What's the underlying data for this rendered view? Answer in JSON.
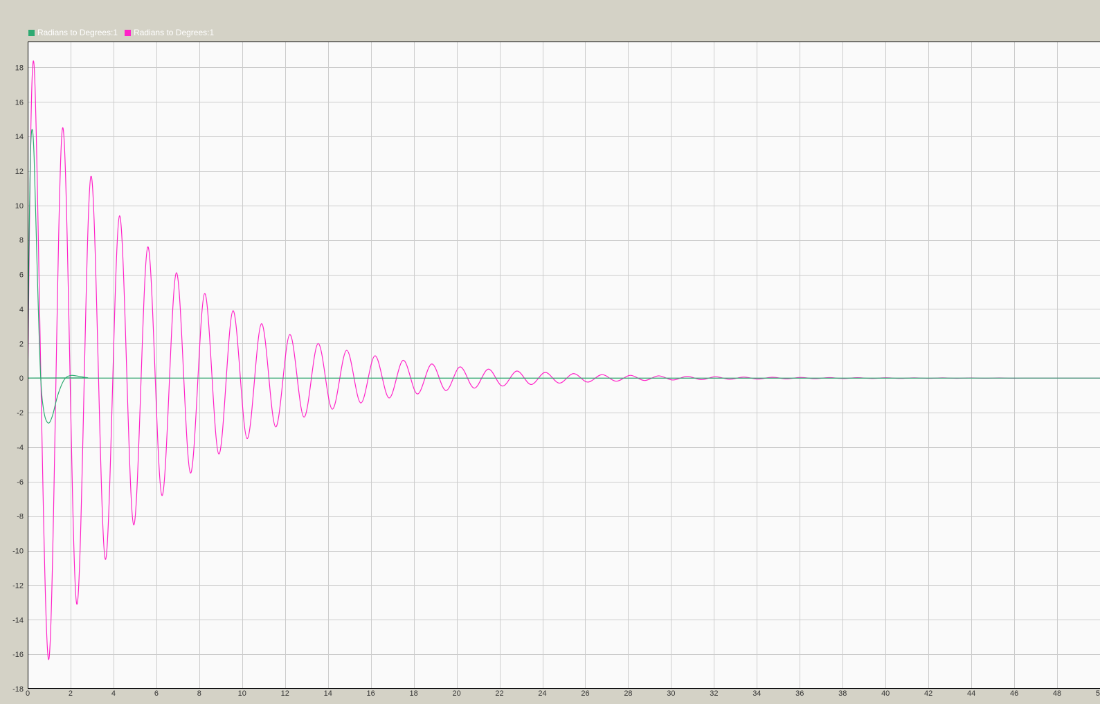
{
  "legend": {
    "items": [
      {
        "label": "Radians to Degrees:1",
        "color": "#2eaa72"
      },
      {
        "label": "Radians to Degrees:1",
        "color": "#ff22c8"
      }
    ]
  },
  "colors": {
    "window_background": "#d4d2c6",
    "plot_background": "#fafafa",
    "grid": "#cccccc",
    "frame": "#000000"
  },
  "chart_data": {
    "type": "line",
    "title": "",
    "xlabel": "",
    "ylabel": "",
    "xlim": [
      0,
      50
    ],
    "ylim": [
      -18,
      19.5
    ],
    "grid": true,
    "legend_position": "top-left",
    "xticks": [
      0,
      2,
      4,
      6,
      8,
      10,
      12,
      14,
      16,
      18,
      20,
      22,
      24,
      26,
      28,
      30,
      32,
      34,
      36,
      38,
      40,
      42,
      44,
      46,
      48,
      50
    ],
    "yticks": [
      -18,
      -16,
      -14,
      -12,
      -10,
      -8,
      -6,
      -4,
      -2,
      0,
      2,
      4,
      6,
      8,
      10,
      12,
      14,
      16,
      18
    ],
    "series": [
      {
        "name": "Radians to Degrees:1",
        "color": "#2eaa72",
        "points": [
          [
            0,
            0
          ],
          [
            0.05,
            6.5
          ],
          [
            0.12,
            12.5
          ],
          [
            0.2,
            14.4
          ],
          [
            0.3,
            12.8
          ],
          [
            0.45,
            6.0
          ],
          [
            0.6,
            0.2
          ],
          [
            0.75,
            -1.9
          ],
          [
            0.95,
            -2.6
          ],
          [
            1.15,
            -2.2
          ],
          [
            1.4,
            -1.0
          ],
          [
            1.7,
            -0.1
          ],
          [
            2.0,
            0.15
          ],
          [
            2.4,
            0.1
          ],
          [
            2.8,
            0.02
          ],
          [
            3.2,
            0
          ],
          [
            50,
            0
          ]
        ]
      },
      {
        "name": "Radians to Degrees:1",
        "color": "#ff22c8",
        "points": [
          [
            0,
            0
          ],
          [
            0.3,
            18.1
          ],
          [
            0.97,
            -16.3
          ],
          [
            1.63,
            14.5
          ],
          [
            2.29,
            -13.1
          ],
          [
            2.95,
            11.7
          ],
          [
            3.62,
            -10.5
          ],
          [
            4.28,
            9.4
          ],
          [
            4.94,
            -8.5
          ],
          [
            5.6,
            7.6
          ],
          [
            6.26,
            -6.8
          ],
          [
            6.93,
            6.1
          ],
          [
            7.59,
            -5.5
          ],
          [
            8.25,
            4.9
          ],
          [
            8.91,
            -4.4
          ],
          [
            9.57,
            3.9
          ],
          [
            10.23,
            -3.5
          ],
          [
            10.9,
            3.15
          ],
          [
            11.56,
            -2.83
          ],
          [
            12.22,
            2.52
          ],
          [
            12.88,
            -2.26
          ],
          [
            13.54,
            2.0
          ],
          [
            14.2,
            -1.8
          ],
          [
            14.87,
            1.61
          ],
          [
            15.53,
            -1.44
          ],
          [
            16.19,
            1.29
          ],
          [
            16.85,
            -1.15
          ],
          [
            17.51,
            1.03
          ],
          [
            18.17,
            -0.92
          ],
          [
            18.84,
            0.82
          ],
          [
            19.5,
            -0.72
          ],
          [
            20.16,
            0.65
          ],
          [
            20.82,
            -0.58
          ],
          [
            21.48,
            0.52
          ],
          [
            22.14,
            -0.46
          ],
          [
            22.81,
            0.41
          ],
          [
            23.47,
            -0.37
          ],
          [
            24.13,
            0.33
          ],
          [
            24.79,
            -0.29
          ],
          [
            25.45,
            0.26
          ],
          [
            26.11,
            -0.23
          ],
          [
            26.78,
            0.2
          ],
          [
            27.44,
            -0.18
          ],
          [
            28.1,
            0.16
          ],
          [
            28.76,
            -0.14
          ],
          [
            29.42,
            0.13
          ],
          [
            30.08,
            -0.11
          ],
          [
            30.75,
            0.1
          ],
          [
            31.41,
            -0.09
          ],
          [
            32.07,
            0.08
          ],
          [
            32.73,
            -0.07
          ],
          [
            33.39,
            0.06
          ],
          [
            34.05,
            -0.055
          ],
          [
            34.72,
            0.05
          ],
          [
            35.38,
            -0.044
          ],
          [
            36.04,
            0.04
          ],
          [
            36.7,
            -0.035
          ],
          [
            37.36,
            0.03
          ],
          [
            38.02,
            -0.028
          ],
          [
            38.69,
            0.025
          ],
          [
            39.35,
            -0.022
          ],
          [
            40.01,
            0.02
          ],
          [
            40.67,
            -0.018
          ],
          [
            41.33,
            0.016
          ],
          [
            41.99,
            -0.014
          ],
          [
            42.66,
            0.012
          ],
          [
            43.32,
            -0.011
          ],
          [
            43.98,
            0.01
          ],
          [
            44.64,
            -0.009
          ],
          [
            45.3,
            0.008
          ],
          [
            45.96,
            -0.007
          ],
          [
            46.5,
            0
          ],
          [
            50,
            0
          ]
        ]
      }
    ]
  }
}
